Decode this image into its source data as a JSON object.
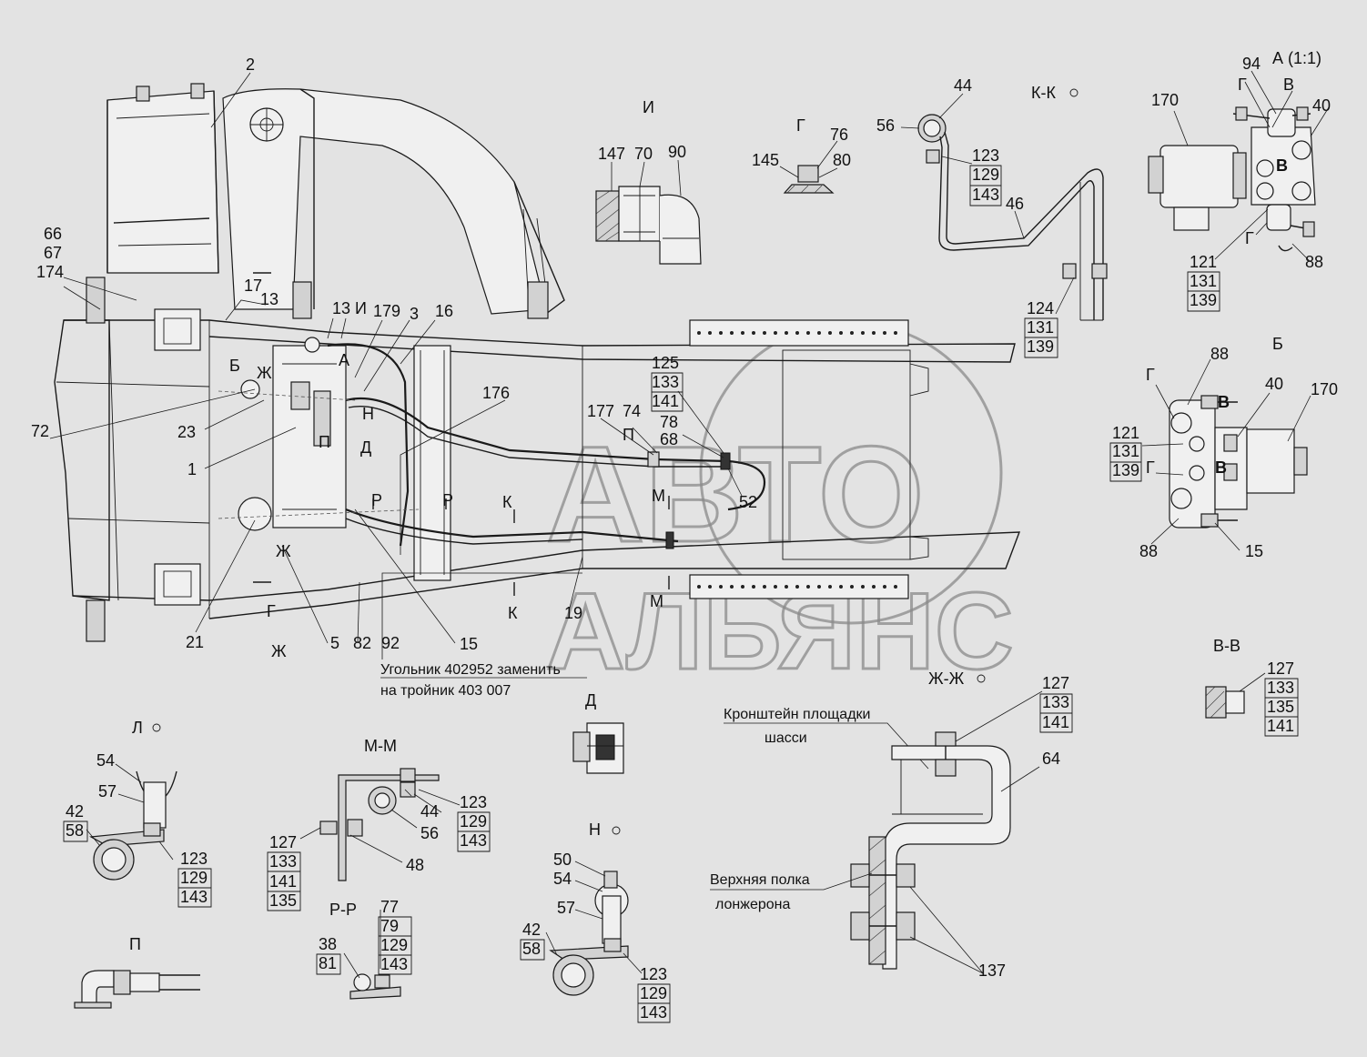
{
  "labels": {
    "l2": "2",
    "l66": "66",
    "l67": "67",
    "l174": "174",
    "l17": "17",
    "l13a": "13",
    "l13b": "13",
    "lI_main": "И",
    "l179": "179",
    "l3": "3",
    "l16": "16",
    "lB_main": "Б",
    "lZh1": "Ж",
    "l72": "72",
    "l23": "23",
    "l1": "1",
    "l176": "176",
    "lA_main": "А",
    "lN_main": "Н",
    "lD_main": "Д",
    "lP_main": "П",
    "lR1": "Р",
    "lR2": "Р",
    "lK1": "К",
    "lK2": "К",
    "lZh2": "Ж",
    "lZh3": "Ж",
    "lG_main": "Г",
    "l21": "21",
    "l5": "5",
    "l82": "82",
    "l92": "92",
    "l15a": "15",
    "l19": "19",
    "l177": "177",
    "l74": "74",
    "lP2": "П",
    "l78": "78",
    "l68": "68",
    "lM1": "М",
    "lM2": "М",
    "l52": "52",
    "l125": "125",
    "l133a": "133",
    "l141a": "141",
    "secI": "И",
    "l147": "147",
    "l70": "70",
    "l90": "90",
    "secG": "Г",
    "l76": "76",
    "l145": "145",
    "l80": "80",
    "secKK": "К-К",
    "l44a": "44",
    "l56a": "56",
    "l123a": "123",
    "l129a": "129",
    "l143a": "143",
    "l46": "46",
    "l124": "124",
    "l131a": "131",
    "l139a": "139",
    "secA": "А (1:1)",
    "l94": "94",
    "lG_a1": "Г",
    "lV_a1": "В",
    "l170a": "170",
    "l40a": "40",
    "lV_a2": "В",
    "lG_a2": "Г",
    "l121a": "121",
    "l131b": "131",
    "l139b": "139",
    "l88a": "88",
    "secB": "Б",
    "l88b": "88",
    "lG_b1": "Г",
    "lV_b1": "В",
    "l40b": "40",
    "l170b": "170",
    "l121b": "121",
    "l131c": "131",
    "l139c": "139",
    "lG_b2": "Г",
    "lV_b2": "В",
    "l88c": "88",
    "l15b": "15",
    "secVV": "В-В",
    "l127a": "127",
    "l133b": "133",
    "l135a": "135",
    "l141b": "141",
    "secZhZh": "Ж-Ж",
    "l127b": "127",
    "l133c": "133",
    "l141c": "141",
    "l64": "64",
    "l137": "137",
    "secD": "Д",
    "secL": "Л",
    "l54a": "54",
    "l57a": "57",
    "l42a": "42",
    "l58a": "58",
    "l123b": "123",
    "l129b": "129",
    "l143b": "143",
    "secMM": "М-М",
    "l44b": "44",
    "l56b": "56",
    "l123c": "123",
    "l129c": "129",
    "l143c": "143",
    "l127c": "127",
    "l133d": "133",
    "l141d": "141",
    "l135b": "135",
    "l48": "48",
    "secN": "Н",
    "l50": "50",
    "l54b": "54",
    "l57b": "57",
    "l42b": "42",
    "l58b": "58",
    "l123d": "123",
    "l129d": "129",
    "l143d": "143",
    "secRR": "Р-Р",
    "l77": "77",
    "l79": "79",
    "l129e": "129",
    "l143e": "143",
    "l38": "38",
    "l81": "81",
    "secP": "П"
  },
  "notes": {
    "replace_line1": "Угольник 402952 заменить",
    "replace_line2": "на тройник 403 007",
    "bracket_line1": "Кронштейн площадки",
    "bracket_line2": "шасси",
    "flange_line1": "Верхняя полка",
    "flange_line2": "лонжерона"
  },
  "watermark": {
    "line1": "АВТО",
    "line2": "АЛЬЯНС"
  },
  "colors": {
    "background": "#e3e3e3",
    "line": "#1a1a1a",
    "watermark": "#8a8a8a"
  }
}
